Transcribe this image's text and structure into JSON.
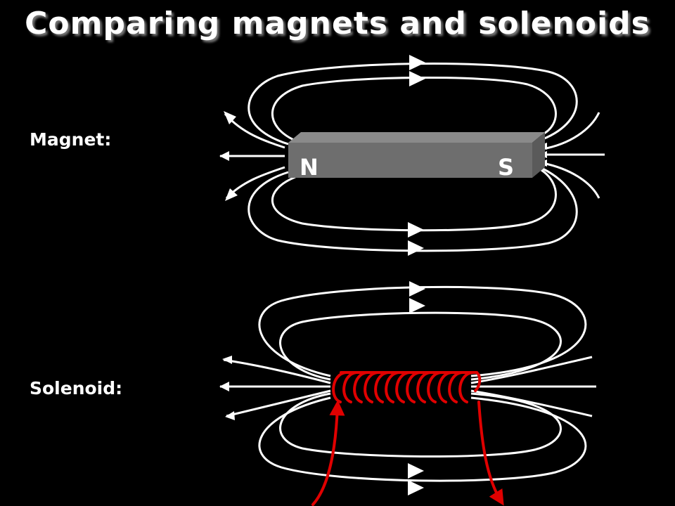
{
  "title": "Comparing magnets and solenoids",
  "magnet": {
    "label": "Magnet:",
    "north": "N",
    "south": "S"
  },
  "solenoid": {
    "label": "Solenoid:"
  },
  "colors": {
    "background": "#000000",
    "field_lines": "#ffffff",
    "magnet_body": "#6e6e6e",
    "coil": "#e00000"
  }
}
